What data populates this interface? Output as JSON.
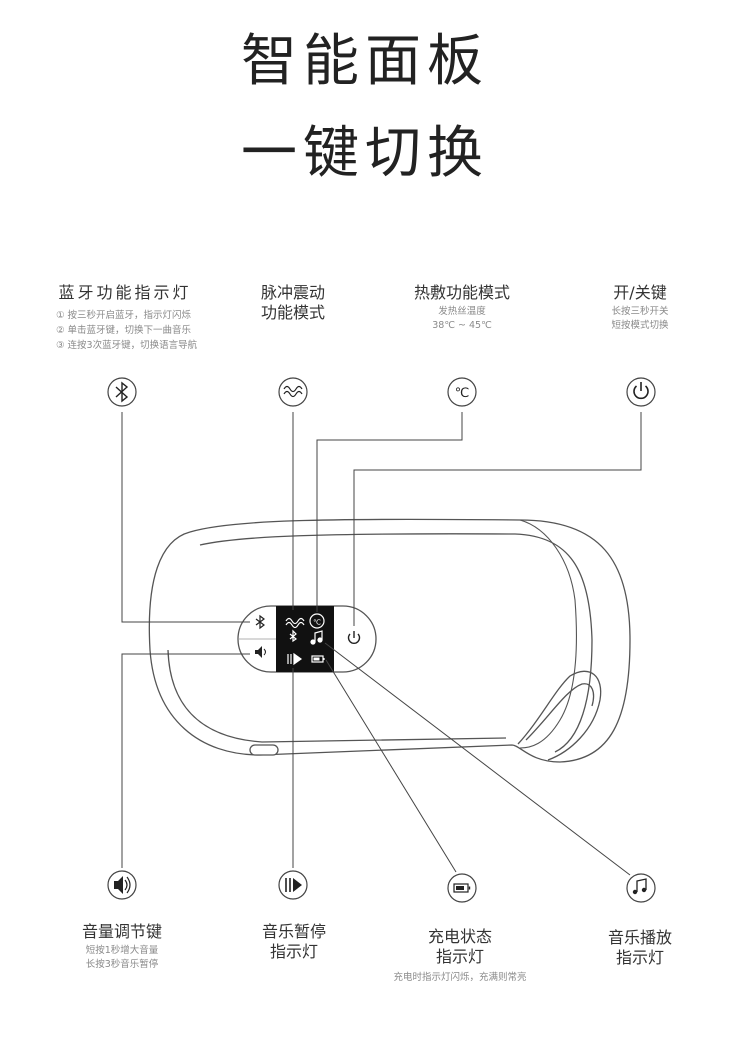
{
  "heading": {
    "line1": "智能面板",
    "line2": "一键切换"
  },
  "labels": {
    "bluetooth": {
      "title": "蓝牙功能指示灯",
      "notes": [
        "① 按三秒开启蓝牙，指示灯闪烁",
        "② 单击蓝牙键，切换下一曲音乐",
        "③ 连按3次蓝牙键，切换语言导航"
      ]
    },
    "pulse": {
      "line1": "脉冲震动",
      "line2": "功能模式"
    },
    "heat": {
      "title": "热敷功能模式",
      "sub1": "发热丝温度",
      "sub2": "38℃ ~ 45℃"
    },
    "power": {
      "title": "开/关键",
      "sub1": "长按三秒开关",
      "sub2": "短按模式切换"
    },
    "volume": {
      "title": "音量调节键",
      "sub1": "短按1秒增大音量",
      "sub2": "长按3秒音乐暂停"
    },
    "pause": {
      "line1": "音乐暂停",
      "line2": "指示灯"
    },
    "charge": {
      "line1": "充电状态",
      "line2": "指示灯",
      "sub": "充电时指示灯闪烁，充满则常亮"
    },
    "music": {
      "line1": "音乐播放",
      "line2": "指示灯"
    }
  },
  "icons": {
    "top": [
      "bluetooth-icon",
      "vibration-icon",
      "celsius-icon",
      "power-icon"
    ],
    "bottom": [
      "speaker-icon",
      "pause-play-icon",
      "battery-icon",
      "music-note-icon"
    ]
  },
  "panel": {
    "heat_symbol": "℃",
    "top_symbol": "℃"
  }
}
